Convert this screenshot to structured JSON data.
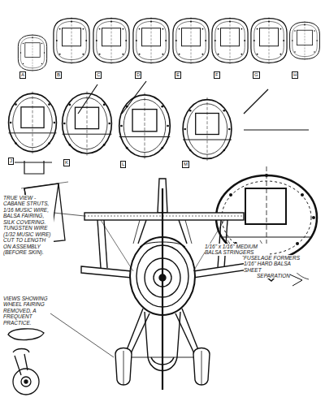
{
  "diagram": {
    "labels": [
      "A",
      "B",
      "C",
      "D",
      "E",
      "F",
      "G",
      "H",
      "J",
      "K",
      "L",
      "M",
      "TRUE VIEW - CABANE STRUTS, 1/16 MUSIC WIRE, BALSA FAIRING, SILK COVERING. TUNGSTEN WIRE (1/32 MUSIC WIRE) CUT TO LENGTH ON ASSEMBLY (BEFORE SKIN).",
      "1/16\" x 1/16\" MEDIUM BALSA STRINGERS",
      "FUSELAGE FORMERS 1/16\" HARD BALSA SHEET",
      "SEPARATION",
      "VIEWS SHOWING WHEEL FAIRING REMOVED, A FREQUENT PRACTICE."
    ]
  }
}
